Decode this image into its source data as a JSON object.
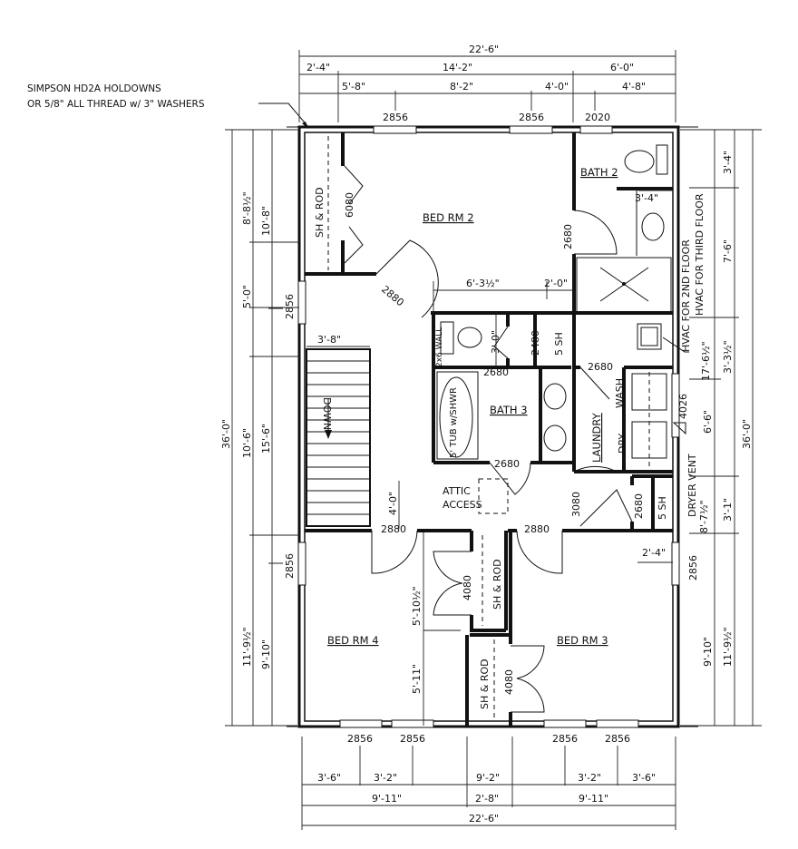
{
  "note": {
    "line1": "SIMPSON HD2A HOLDOWNS",
    "line2": "OR 5/8\" ALL THREAD w/ 3\" WASHERS"
  },
  "rooms": {
    "bed2": "BED RM 2",
    "bath2": "BATH 2",
    "bath3": "BATH 3",
    "laundry": "LAUNDRY",
    "bed3": "BED RM 3",
    "bed4": "BED RM 4",
    "attic_line1": "ATTIC",
    "attic_line2": "ACCESS",
    "stair": "DOWN"
  },
  "fixtures": {
    "closet_top_left": "SH & ROD",
    "closet_bed4": "SH & ROD",
    "closet_bed3": "SH & ROD",
    "linen_bath3": "5 SH",
    "linen_hall": "5 SH",
    "tub": "5' TUB w/SHWR",
    "wall_2x6": "2x6 WALL",
    "wash": "WASH",
    "dry": "DRY",
    "dryer_vent": "DRYER VENT",
    "hvac_2nd": "HVAC FOR 2ND FLOOR",
    "hvac_3rd": "HVAC FOR THIRD FLOOR"
  },
  "doors": {
    "bifold_closet": "6080",
    "bed2_entry": "2880",
    "bath2_door": "2680",
    "toilet_door": "2480",
    "bath3_inner": "2680",
    "laundry_inner": "2680",
    "bath3_entry": "2680",
    "laundry_entry": "3080",
    "linen_hall_door": "2680",
    "bed4_entry": "2880",
    "bed3_entry": "2880",
    "bed4_closet": "4080",
    "bed3_closet": "4080"
  },
  "windows": {
    "top_1": "2856",
    "top_2": "2856",
    "top_3": "2020",
    "left_1": "2856",
    "left_2": "2856",
    "right_1": "4026",
    "right_2": "2856",
    "bottom_1": "2856",
    "bottom_2": "2856",
    "bottom_3": "2856",
    "bottom_4": "2856"
  },
  "dims_top": {
    "overall": "22'-6\"",
    "row2": [
      "2'-4\"",
      "14'-2\"",
      "6'-0\""
    ],
    "row3": [
      "5'-8\"",
      "8'-2\"",
      "4'-0\"",
      "4'-8\""
    ]
  },
  "dims_bottom": {
    "row1": [
      "3'-6\"",
      "3'-2\"",
      "9'-2\"",
      "3'-2\"",
      "3'-6\""
    ],
    "row2": [
      "9'-11\"",
      "2'-8\"",
      "9'-11\""
    ],
    "overall": "22'-6\""
  },
  "dims_left": {
    "overall": "36'-0\"",
    "col1": [
      "8'-8½\"",
      "5'-0\"",
      "10'-6\"",
      "11'-9½\""
    ],
    "col2": [
      "10'-8\"",
      "15'-6\"",
      "9'-10\""
    ]
  },
  "dims_right": {
    "col1": [
      "6'-6\"",
      "9'-10\""
    ],
    "col2": [
      "3'-4\"",
      "7'-6\"",
      "3'-3½\"",
      "3'-1\"",
      "11'-9½\""
    ],
    "overall": "36'-0\"",
    "hvac_dim": "17'-6½\"",
    "vent_dim": "8'-7½\""
  },
  "dims_interior": {
    "hall_a": "6'-3½\"",
    "hall_b": "2'-0\"",
    "bath2_width": "3'-4\"",
    "toilet_depth": "3'-0\"",
    "stair_width": "3'-8\"",
    "landing": "4'-0\"",
    "closet_upper": "5'-10½\"",
    "closet_lower": "5'-11\"",
    "bed3_offset": "2'-4\""
  }
}
